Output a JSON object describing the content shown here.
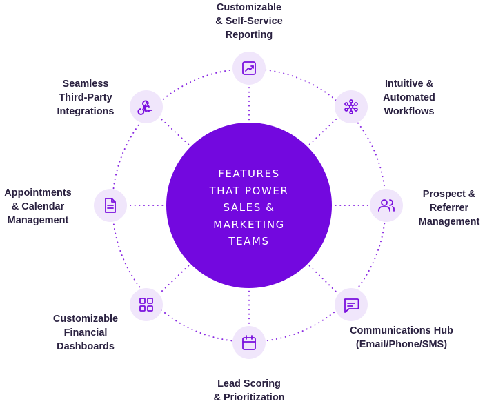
{
  "center": {
    "text": "FEATURES\nTHAT POWER\nSALES &\nMARKETING\nTEAMS"
  },
  "features": [
    {
      "id": "reporting",
      "icon": "trend-chart-icon",
      "label": "Customizable\n& Self-Service\nReporting"
    },
    {
      "id": "workflows",
      "icon": "workflow-network-icon",
      "label": "Intuitive &\nAutomated\nWorkflows"
    },
    {
      "id": "prospects",
      "icon": "users-group-icon",
      "label": "Prospect &\nReferrer\nManagement"
    },
    {
      "id": "communications",
      "icon": "chat-bubble-icon",
      "label": "Communications Hub\n(Email/Phone/SMS)"
    },
    {
      "id": "lead-scoring",
      "icon": "calendar-icon",
      "label": "Lead Scoring\n& Prioritization"
    },
    {
      "id": "dashboards",
      "icon": "dashboard-grid-icon",
      "label": "Customizable\nFinancial\nDashboards"
    },
    {
      "id": "appointments",
      "icon": "document-icon",
      "label": "Appointments\n& Calendar\nManagement"
    },
    {
      "id": "integrations",
      "icon": "webhook-icon",
      "label": "Seamless\nThird-Party\nIntegrations"
    }
  ],
  "colors": {
    "center_fill": "#7308df",
    "icon_bg": "#f0e6fb",
    "icon_stroke": "#7a10de",
    "dots": "#8a2be2",
    "label_text": "#2a2140"
  }
}
